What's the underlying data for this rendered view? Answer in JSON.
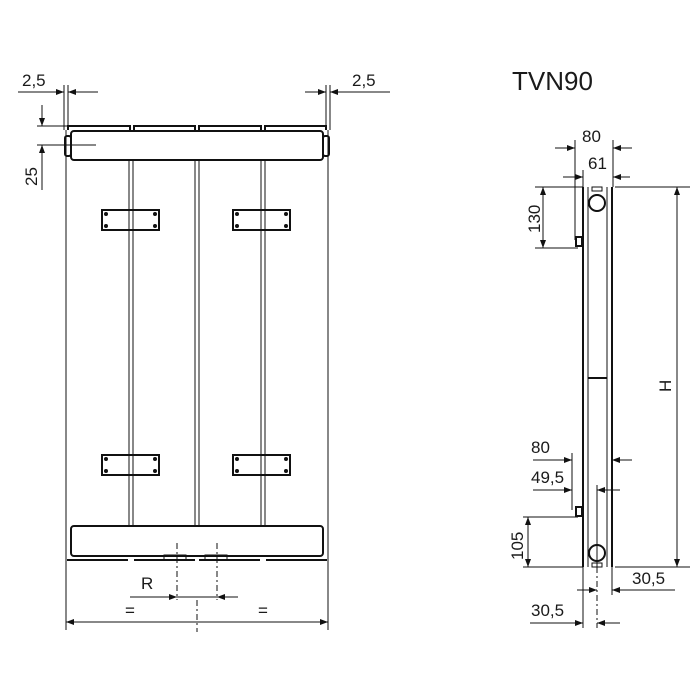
{
  "title": "TVN90",
  "front_view": {
    "dim_left_offset": "2,5",
    "dim_right_offset": "2,5",
    "dim_top_header": "25",
    "dim_connection": "R",
    "dim_equal_left": "=",
    "dim_equal_right": "="
  },
  "side_view": {
    "dim_depth_top": "80",
    "dim_depth_inner": "61",
    "dim_bracket_top": "130",
    "dim_height": "H",
    "dim_depth_bottom": "80",
    "dim_wall_distance": "49,5",
    "dim_bracket_bottom": "105",
    "dim_axis_right": "30,5",
    "dim_axis_bottom": "30,5"
  },
  "colors": {
    "line": "#111111",
    "background": "#ffffff"
  }
}
